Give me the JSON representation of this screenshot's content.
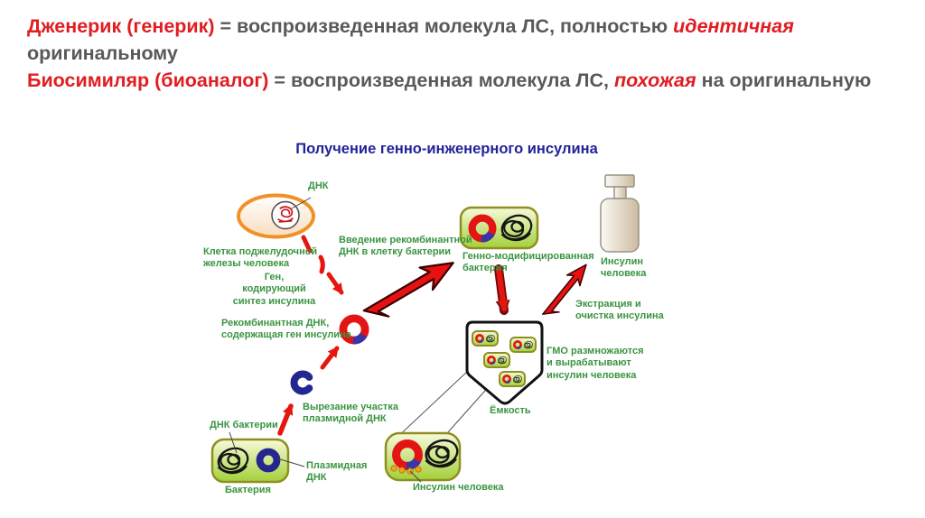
{
  "header": {
    "definitions": [
      {
        "term": "Дженерик (генерик)",
        "body": " = воспроизведенная молекула ЛС, полностью ",
        "highlight": "идентичная",
        "tail": " оригинальному"
      },
      {
        "term": "Биосимиляр (биоаналог)",
        "body": " = воспроизведенная молекула ЛС, ",
        "highlight": "похожая",
        "tail": " на оригинальную"
      }
    ]
  },
  "diagram": {
    "title": "Получение генно-инженерного инсулина",
    "labels": {
      "dna": "ДНК",
      "pancreas_cell": "Клетка поджелудочной железы человека",
      "gene": "Ген, кодирующий синтез инсулина",
      "introduction": "Введение рекомбинантной ДНК в клетку бактерии",
      "recombinant": "Рекомбинантная ДНК, содержащая ген инсулина",
      "excision": "Вырезание участка плазмидной ДНК",
      "bact_dna": "ДНК бактерии",
      "plasmid": "Плазмидная ДНК",
      "bacterium": "Бактерия",
      "gm_bacterium": "Генно-модифицированная бактерия",
      "insulin_right": "Инсулин человека",
      "extraction": "Экстракция и очистка инсулина",
      "gmo": "ГМО размножаются и вырабатывают инсулин человека",
      "vessel": "Ёмкость",
      "insulin_bottom": "Инсулин человека"
    },
    "colors": {
      "accent_red": "#e01d22",
      "text_gray": "#595959",
      "title_navy": "#22229a",
      "label_green": "#3a9440",
      "arrow_red": "#e3170f",
      "cell_orange": "#ef9127",
      "bacteria_border_olive": "#8f8f1f",
      "plasmid_blue": "#23278f",
      "donut_red": "#e41414"
    }
  }
}
